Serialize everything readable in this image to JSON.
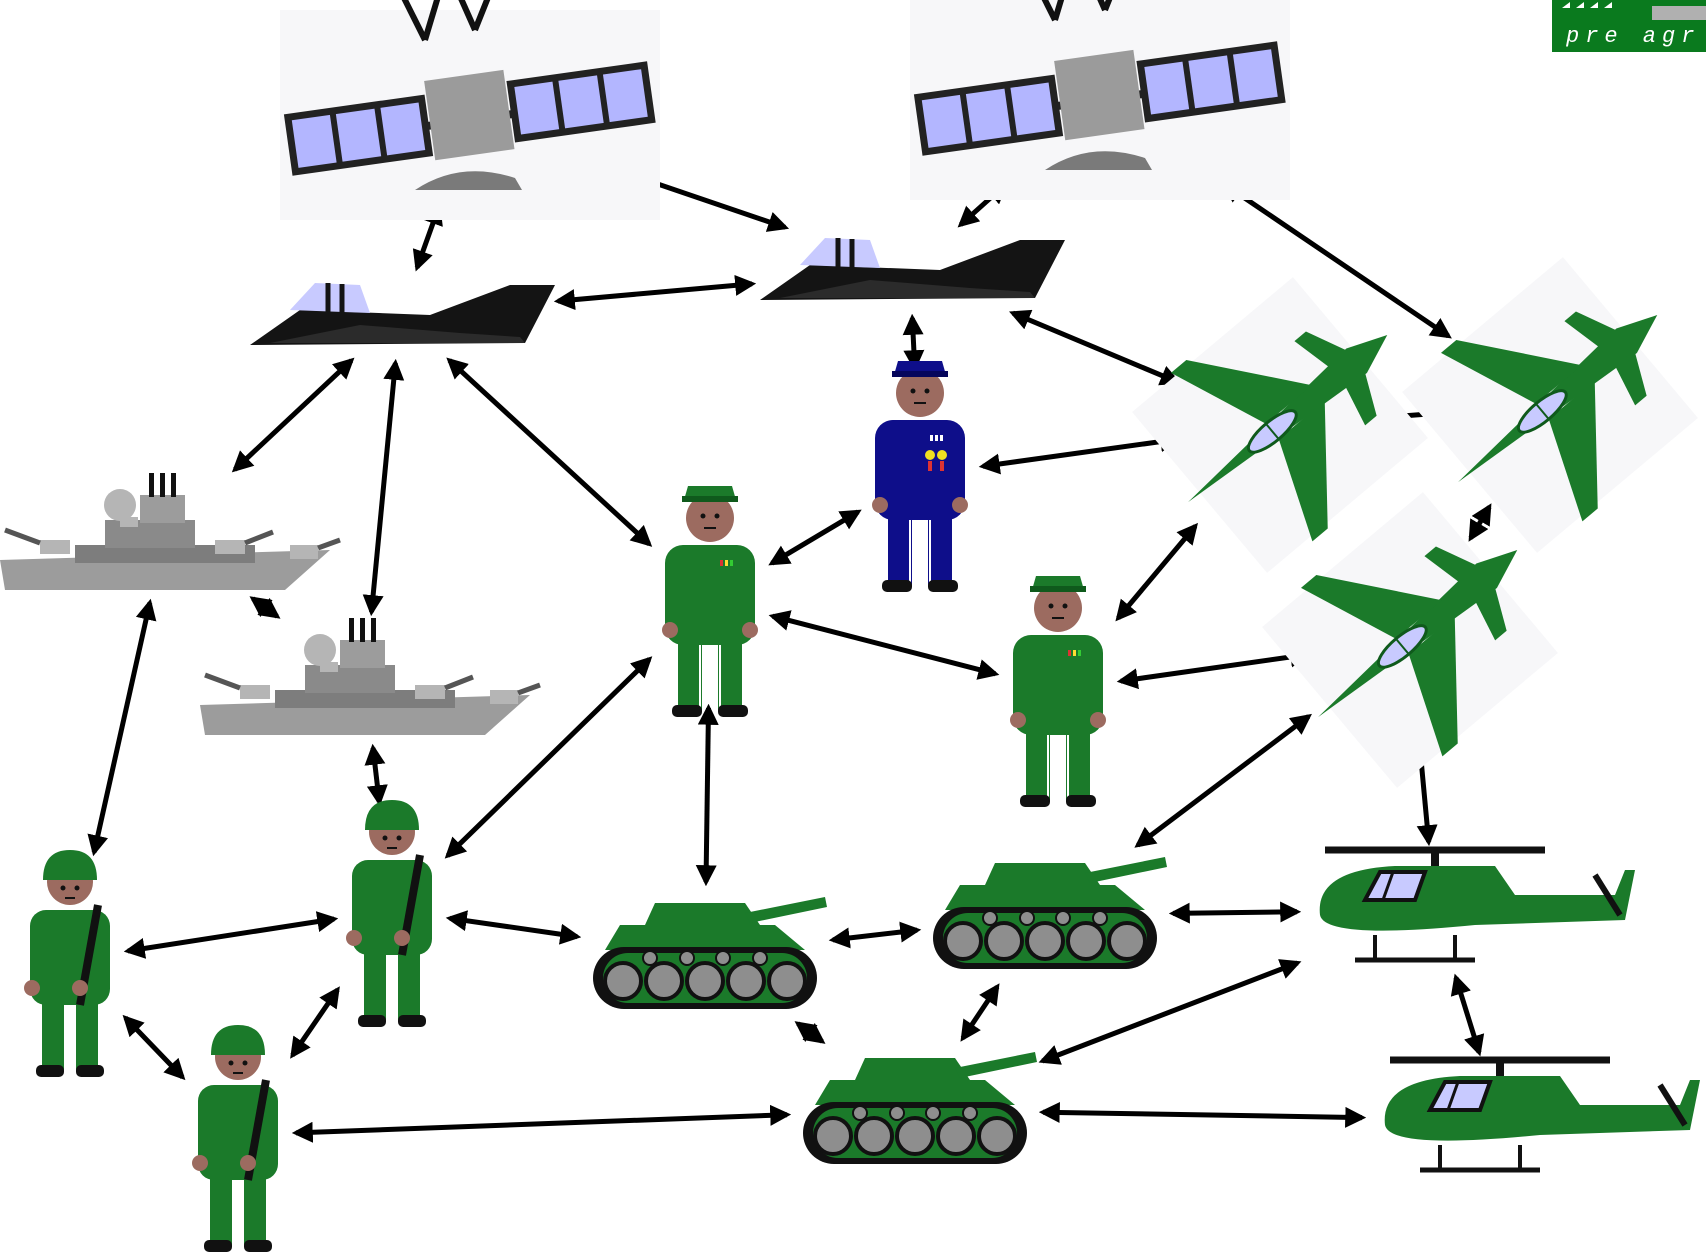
{
  "logo": {
    "text": "pre agr",
    "colors": {
      "bg": "#0a7a1e",
      "text": "#ffffff",
      "gray": "#b0b0b0"
    }
  },
  "colors": {
    "arrow": "#000000",
    "satellite_panel": "#b3b6ff",
    "satellite_body": "#9b9b9b",
    "satellite_dish": "#7a7a7a",
    "stealth_body": "#141414",
    "stealth_canopy": "#c8caff",
    "ship": "#9c9c9c",
    "ship_dark": "#7d7d7d",
    "army_green": "#1b7a2a",
    "army_green_dark": "#0f5a1c",
    "navy_blue": "#0e0e8a",
    "skin": "#9c6b60",
    "tank_wheel": "#8e8e8e",
    "fighter_canopy": "#c8caff"
  },
  "nodes": [
    {
      "id": "sat1",
      "kind": "satellite"
    },
    {
      "id": "sat2",
      "kind": "satellite"
    },
    {
      "id": "stealth1",
      "kind": "stealth-bomber"
    },
    {
      "id": "stealth2",
      "kind": "stealth-bomber"
    },
    {
      "id": "ship1",
      "kind": "warship"
    },
    {
      "id": "ship2",
      "kind": "warship"
    },
    {
      "id": "admiral",
      "kind": "admiral"
    },
    {
      "id": "officer1",
      "kind": "officer"
    },
    {
      "id": "officer2",
      "kind": "officer"
    },
    {
      "id": "fighter1",
      "kind": "fighter-jet"
    },
    {
      "id": "fighter2",
      "kind": "fighter-jet"
    },
    {
      "id": "fighter3",
      "kind": "fighter-jet"
    },
    {
      "id": "soldier1",
      "kind": "soldier"
    },
    {
      "id": "soldier2",
      "kind": "soldier"
    },
    {
      "id": "soldier3",
      "kind": "soldier"
    },
    {
      "id": "tank1",
      "kind": "tank"
    },
    {
      "id": "tank2",
      "kind": "tank"
    },
    {
      "id": "tank3",
      "kind": "tank"
    },
    {
      "id": "heli1",
      "kind": "helicopter"
    },
    {
      "id": "heli2",
      "kind": "helicopter"
    }
  ],
  "links": [
    [
      "sat1",
      "stealth1"
    ],
    [
      "sat1",
      "stealth2"
    ],
    [
      "sat2",
      "stealth2"
    ],
    [
      "sat2",
      "fighter2"
    ],
    [
      "stealth1",
      "stealth2"
    ],
    [
      "stealth1",
      "ship1"
    ],
    [
      "stealth1",
      "ship2"
    ],
    [
      "stealth1",
      "officer1"
    ],
    [
      "stealth2",
      "admiral"
    ],
    [
      "stealth2",
      "fighter1"
    ],
    [
      "admiral",
      "fighter1"
    ],
    [
      "admiral",
      "officer1"
    ],
    [
      "fighter1",
      "fighter2"
    ],
    [
      "fighter1",
      "officer2"
    ],
    [
      "fighter2",
      "fighter3"
    ],
    [
      "fighter3",
      "officer2"
    ],
    [
      "fighter3",
      "tank2"
    ],
    [
      "fighter3",
      "heli1"
    ],
    [
      "officer1",
      "officer2"
    ],
    [
      "officer1",
      "soldier2"
    ],
    [
      "officer1",
      "tank1"
    ],
    [
      "ship1",
      "ship2"
    ],
    [
      "ship1",
      "soldier1"
    ],
    [
      "ship2",
      "soldier2"
    ],
    [
      "soldier1",
      "soldier2"
    ],
    [
      "soldier1",
      "soldier3"
    ],
    [
      "soldier2",
      "soldier3"
    ],
    [
      "soldier2",
      "tank1"
    ],
    [
      "soldier3",
      "tank3"
    ],
    [
      "tank1",
      "tank2"
    ],
    [
      "tank1",
      "tank3"
    ],
    [
      "tank2",
      "tank3"
    ],
    [
      "tank2",
      "heli1"
    ],
    [
      "tank3",
      "heli1"
    ],
    [
      "tank3",
      "heli2"
    ],
    [
      "heli1",
      "heli2"
    ]
  ]
}
